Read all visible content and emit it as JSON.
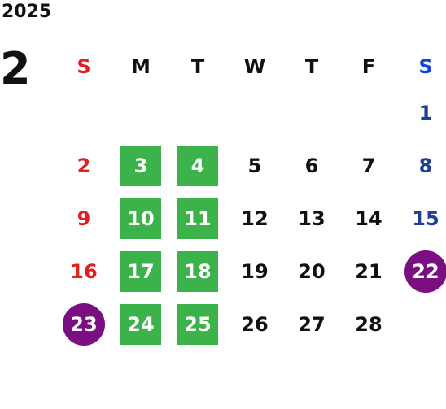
{
  "calendar": {
    "year": "2025",
    "month": "2",
    "weekdays": [
      "S",
      "M",
      "T",
      "W",
      "T",
      "F",
      "S"
    ],
    "weeks": [
      [
        "",
        "",
        "",
        "",
        "",
        "",
        "1"
      ],
      [
        "2",
        "3",
        "4",
        "5",
        "6",
        "7",
        "8"
      ],
      [
        "9",
        "10",
        "11",
        "12",
        "13",
        "14",
        "15"
      ],
      [
        "16",
        "17",
        "18",
        "19",
        "20",
        "21",
        "22"
      ],
      [
        "23",
        "24",
        "25",
        "26",
        "27",
        "28",
        ""
      ]
    ]
  },
  "colors": {
    "sunday": "#e02020",
    "saturday": "#1f3f96",
    "highlight_green": "#3cb34a",
    "highlight_purple": "#7a0f82"
  }
}
